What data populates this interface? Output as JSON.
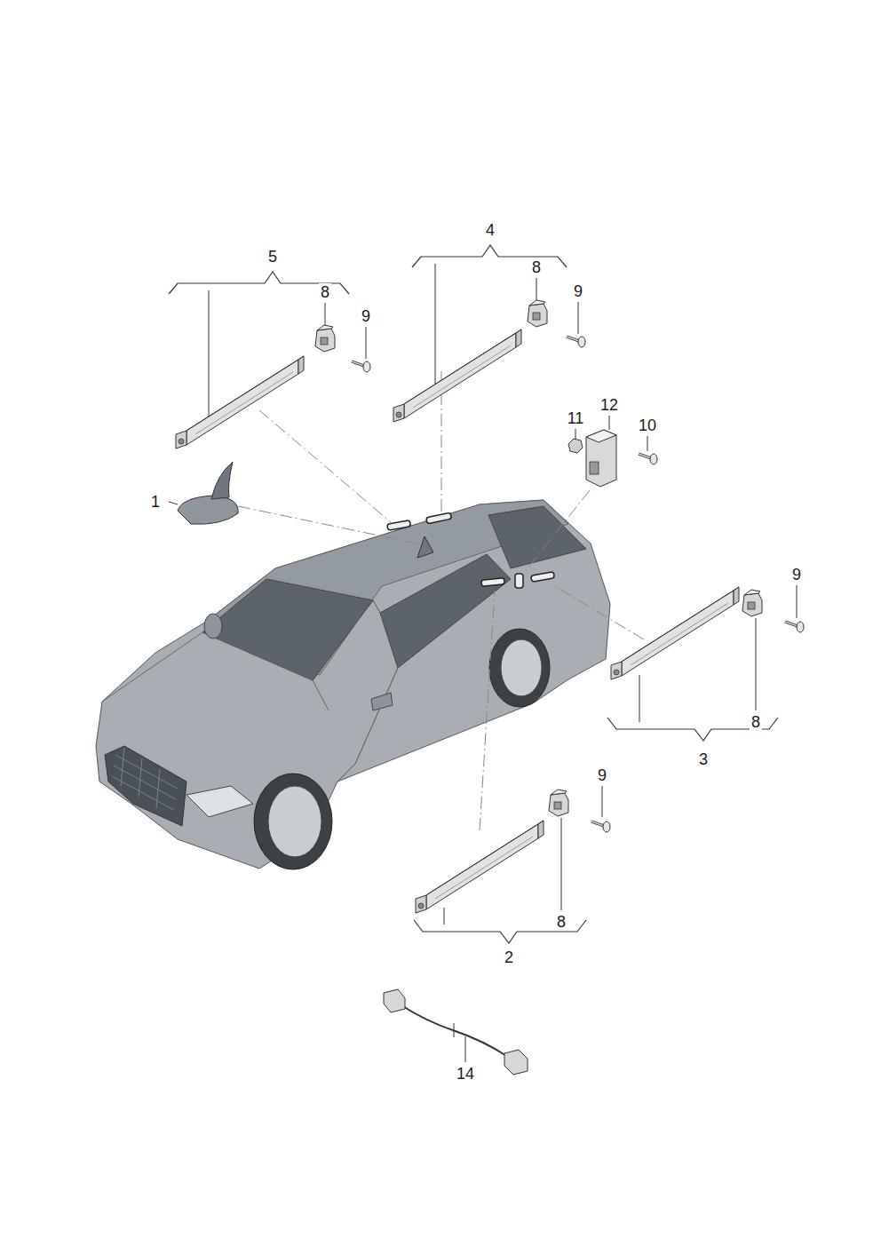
{
  "diagram": {
    "labels": [
      "5",
      "8",
      "9",
      "4",
      "8",
      "9",
      "11",
      "12",
      "10",
      "1",
      "9",
      "8",
      "3",
      "9",
      "8",
      "2",
      "14"
    ]
  }
}
